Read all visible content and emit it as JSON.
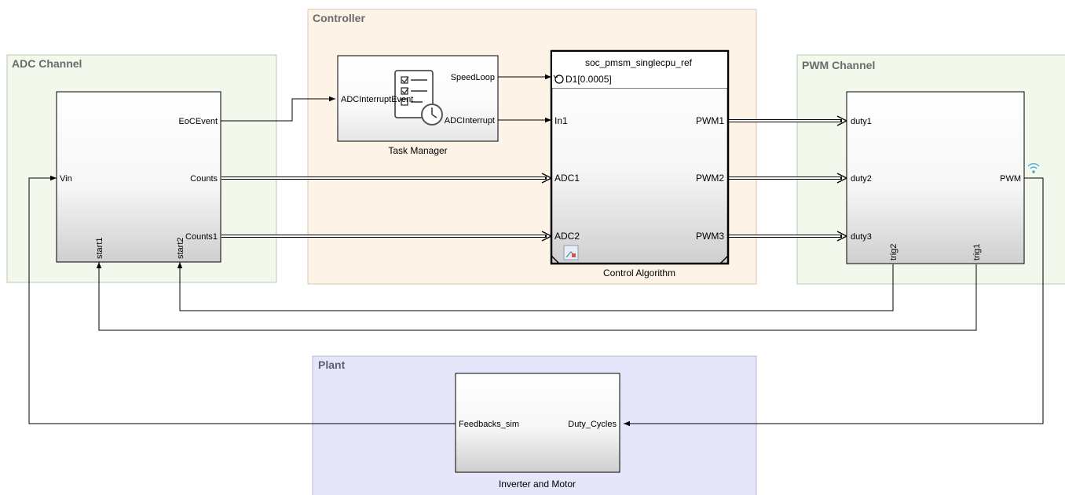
{
  "areas": {
    "adc": "ADC Channel",
    "controller": "Controller",
    "pwm": "PWM Channel",
    "plant": "Plant"
  },
  "blocks": {
    "adc": {
      "ports": {
        "eoc_event": "EoCEvent",
        "counts": "Counts",
        "counts1": "Counts1",
        "vin": "Vin",
        "start1": "start1",
        "start2": "start2"
      }
    },
    "task_manager": {
      "label": "Task Manager",
      "ports": {
        "adc_interrupt_event": "ADCInterruptEvent",
        "speed_loop": "SpeedLoop",
        "adc_interrupt": "ADCInterrupt"
      }
    },
    "control_algorithm": {
      "label": "Control Algorithm",
      "model_name": "soc_pmsm_singlecpu_ref",
      "sample_time": "D1[0.0005]",
      "ports": {
        "in1": "In1",
        "adc1": "ADC1",
        "adc2": "ADC2",
        "pwm1": "PWM1",
        "pwm2": "PWM2",
        "pwm3": "PWM3"
      }
    },
    "pwm": {
      "ports": {
        "duty1": "duty1",
        "duty2": "duty2",
        "duty3": "duty3",
        "pwm": "PWM",
        "trig2": "trig2",
        "trig1": "trig1"
      }
    },
    "inverter_motor": {
      "label": "Inverter and Motor",
      "ports": {
        "feedbacks_sim": "Feedbacks_sim",
        "duty_cycles": "Duty_Cycles"
      }
    }
  },
  "colors": {
    "adc_area": "#f2f8ec",
    "controller_area": "#fdf3e6",
    "pwm_area": "#f2f8ec",
    "plant_area": "#e6e6fb"
  },
  "icons": [
    "task-scheduler-icon",
    "clock-icon",
    "sample-time-icon",
    "model-reference-icon",
    "wireless-signal-icon"
  ]
}
